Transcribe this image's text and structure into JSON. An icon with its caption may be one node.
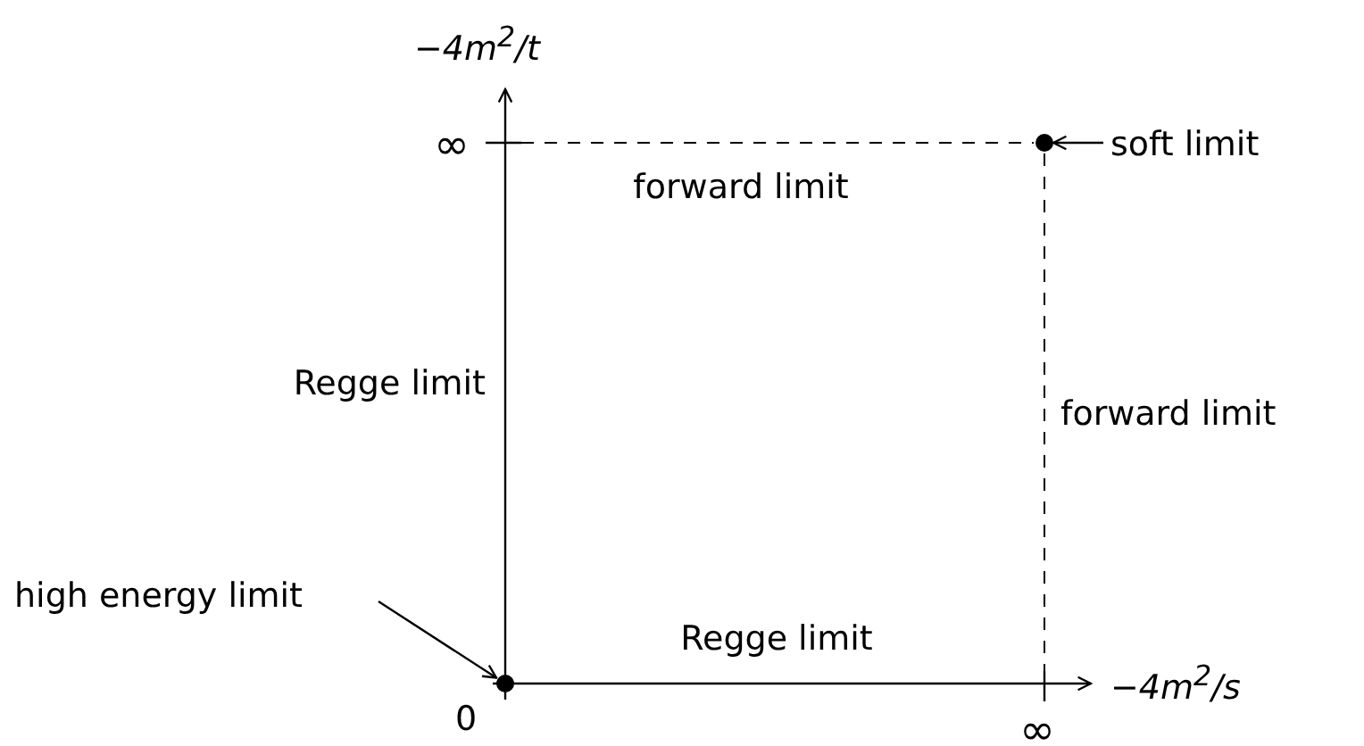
{
  "diagram": {
    "nodes": [
      {
        "text": [
          "high energy limit"
        ]
      },
      {
        "text": [],
        "shape": "circle"
      },
      {
        "text": [
          "soft limit"
        ]
      },
      {
        "text": [],
        "shape": "circle"
      }
    ],
    "edges": [
      {
        "from": 0,
        "to": 1,
        "arrow": "to"
      },
      {
        "from": 2,
        "to": 3,
        "arrow": "to"
      }
    ],
    "labels": [
      "−4m$^{2}$/t",
      "∞",
      "forward limit",
      "Regge limit",
      "forward limit",
      "Regge limit",
      "−4m$^{2}$/s",
      "0",
      "∞"
    ]
  }
}
